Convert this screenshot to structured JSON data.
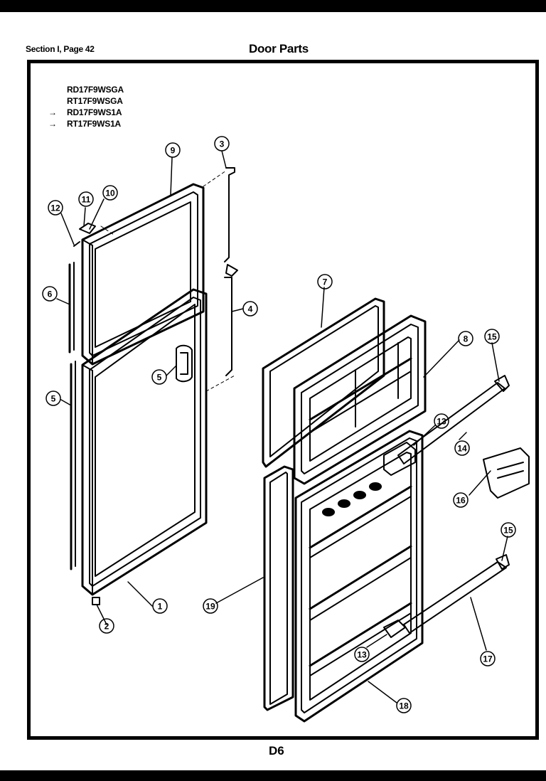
{
  "header": {
    "section_label": "Section I, Page 42",
    "title": "Door Parts"
  },
  "models": [
    {
      "label": "RD17F9WSGA",
      "arrow": ""
    },
    {
      "label": "RT17F9WSGA",
      "arrow": ""
    },
    {
      "label": "RD17F9WS1A",
      "arrow": "→"
    },
    {
      "label": "RT17F9WS1A",
      "arrow": "→"
    }
  ],
  "callouts": {
    "c1": "1",
    "c2": "2",
    "c3": "3",
    "c4": "4",
    "c5a": "5",
    "c5b": "5",
    "c6": "6",
    "c7": "7",
    "c8": "8",
    "c9": "9",
    "c10": "10",
    "c11": "11",
    "c12": "12",
    "c13a": "13",
    "c13b": "13",
    "c14": "14",
    "c15a": "15",
    "c15b": "15",
    "c16": "16",
    "c17": "17",
    "c18": "18",
    "c19": "19"
  },
  "footer": {
    "code": "D6"
  }
}
